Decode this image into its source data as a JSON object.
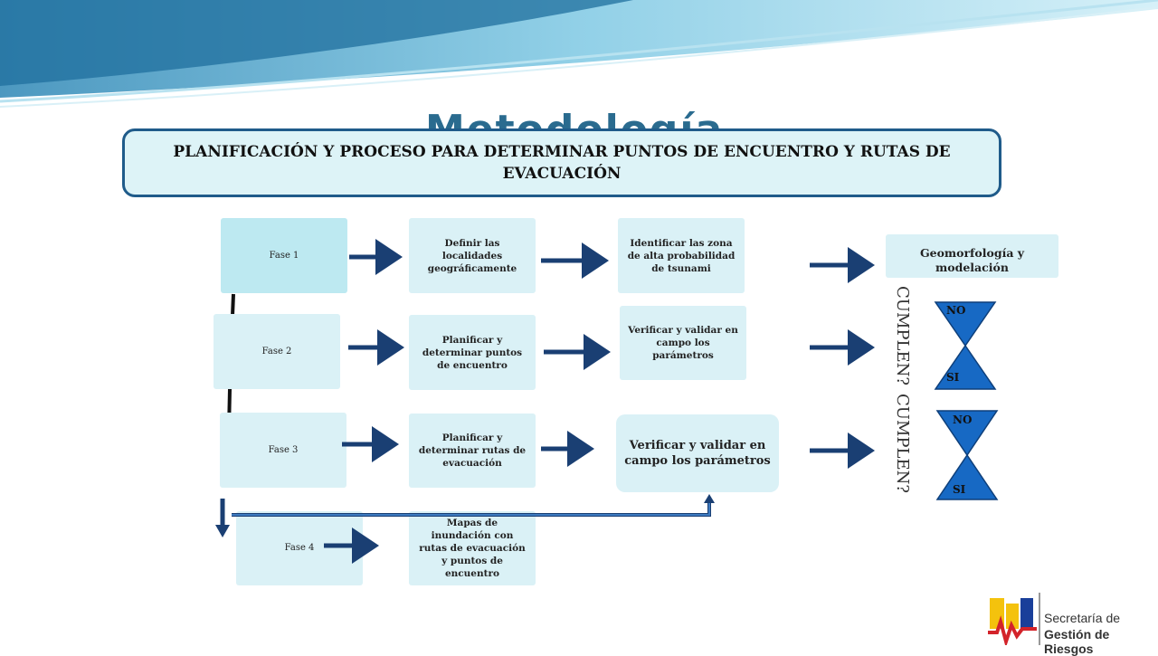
{
  "title_ghost": "Metodología",
  "main_title": "PLANIFICACIÓN Y PROCESO PARA DETERMINAR PUNTOS DE ENCUENTRO Y RUTAS DE EVACUACIÓN",
  "phases": [
    {
      "label": "Fase 1"
    },
    {
      "label": "Fase 2"
    },
    {
      "label": "Fase 3"
    },
    {
      "label": "Fase 4"
    }
  ],
  "steps": {
    "define_localities": "Definir las localidades geográficamente",
    "identify_zones": "Identificar las zona de alta probabilidad de tsunami",
    "geomorphology": "Geomorfología y modelación",
    "plan_points": "Planificar y determinar puntos de encuentro",
    "verify_points": "Verificar y validar en campo los parámetros",
    "plan_routes": "Planificar y determinar rutas de evacuación",
    "verify_routes": "Verificar y validar en campo los parámetros",
    "maps": "Mapas de inundación con rutas de evacuación y puntos de encuentro"
  },
  "decisions": [
    {
      "question": "CUMPLEN?",
      "no": "NO",
      "yes": "SI"
    },
    {
      "question": "CUMPLEN?",
      "no": "NO",
      "yes": "SI"
    }
  ],
  "logo": {
    "line1": "Secretaría de",
    "line2": "Gestión de Riesgos"
  },
  "colors": {
    "frame": "#1f5b8a",
    "box": "#daf1f6",
    "arrow": "#1a3f73",
    "hourglass": "#1769c4"
  }
}
